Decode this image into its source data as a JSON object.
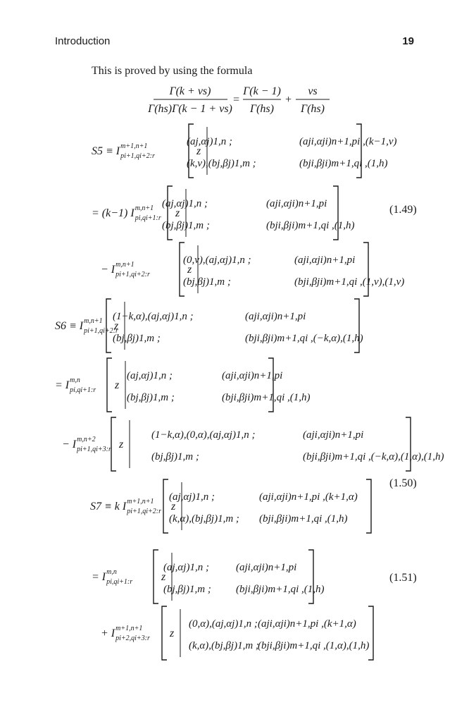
{
  "header": {
    "section": "Introduction",
    "page_number": "19"
  },
  "intro_text": "This is proved by using the formula",
  "gamma_identity": {
    "lhs_num": "Γ(k + νs)",
    "lhs_den": "Γ(hs)Γ(k − 1 + νs)",
    "rhs1_num": "Γ(k − 1)",
    "rhs1_den": "Γ(hs)",
    "rhs2_num": "νs",
    "rhs2_den": "Γ(hs)"
  },
  "equation_numbers": {
    "eq149": "(1.49)",
    "eq150": "(1.50)",
    "eq151": "(1.51)"
  },
  "blocks": {
    "s5": {
      "prefix": "S5 ≡ I",
      "sup": "m+1,n+1",
      "sub": "pi+1,qi+2:r",
      "top_left": "(aj,αj)1,n ;",
      "top_right": "(aji,αji)n+1,pi ,(k−1,ν)",
      "bot_left": "(k,ν),(bj,βj)1,m ;",
      "bot_right": "(bji,βji)m+1,qi ,(1,h)"
    },
    "s5_line2": {
      "prefix": "= (k−1) I",
      "sup": "m,n+1",
      "sub": "pi,qi+1:r",
      "top_left": "(aj,αj)1,n ;",
      "top_right": "(aji,αji)n+1,pi",
      "bot_left": "(bj,βj)1,m ;",
      "bot_right": "(bji,βji)m+1,qi ,(1,h)"
    },
    "s5_line3": {
      "prefix": "− I",
      "sup": "m,n+1",
      "sub": "pi+1,qi+2:r",
      "top_left": "(0,ν),(aj,αj)1,n ;",
      "top_right": "(aji,αji)n+1,pi",
      "bot_left": "(bj,βj)1,m ;",
      "bot_right": "(bji,βji)m+1,qi ,(1,ν),(1,ν)"
    },
    "s6": {
      "prefix": "S6 ≡ I",
      "sup": "m,n+1",
      "sub": "pi+1,qi+2:r",
      "top_left": "(1−k,α),(aj,αj)1,n ;",
      "top_right": "(aji,αji)n+1,pi",
      "bot_left": "(bj,βj)1,m ;",
      "bot_right": "(bji,βji)m+1,qi ,(−k,α),(1,h)"
    },
    "s6_line2": {
      "prefix": "= I",
      "sup": "m,n",
      "sub": "pi,qi+1:r",
      "top_left": "(aj,αj)1,n ;",
      "top_right": "(aji,αji)n+1,pi",
      "bot_left": "(bj,βj)1,m ;",
      "bot_right": "(bji,βji)m+1,qi ,(1,h)"
    },
    "s6_line3": {
      "prefix": "− I",
      "sup": "m,n+2",
      "sub": "pi+1,qi+3:r",
      "top_left": "(1−k,α),(0,α),(aj,αj)1,n ;",
      "top_right": "(aji,αji)n+1,pi",
      "bot_left": "(bj,βj)1,m ;",
      "bot_right": "(bji,βji)m+1,qi ,(−k,α),(1,α),(1,h)"
    },
    "s7": {
      "prefix": "S7 ≡ k I",
      "sup": "m+1,n+1",
      "sub": "pi+1,qi+2:r",
      "top_left": "(aj,αj)1,n ;",
      "top_right": "(aji,αji)n+1,pi ,(k+1,α)",
      "bot_left": "(k,α),(bj,βj)1,m ;",
      "bot_right": "(bji,βji)m+1,qi ,(1,h)"
    },
    "s7_line2": {
      "prefix": "= I",
      "sup": "m,n",
      "sub": "pi,qi+1:r",
      "top_left": "(aj,αj)1,n ;",
      "top_right": "(aji,αji)n+1,pi",
      "bot_left": "(bj,βj)1,m ;",
      "bot_right": "(bji,βji)m+1,qi ,(1,h)"
    },
    "s7_line3": {
      "prefix": "+ I",
      "sup": "m+1,n+1",
      "sub": "pi+2,qi+3:r",
      "top_left": "(0,α),(aj,αj)1,n ;",
      "top_right": "(aji,αji)n+1,pi ,(k+1,α)",
      "bot_left": "(k,α),(bj,βj)1,m ;",
      "bot_right": "(bji,βji)m+1,qi ,(1,α),(1,h)"
    }
  }
}
